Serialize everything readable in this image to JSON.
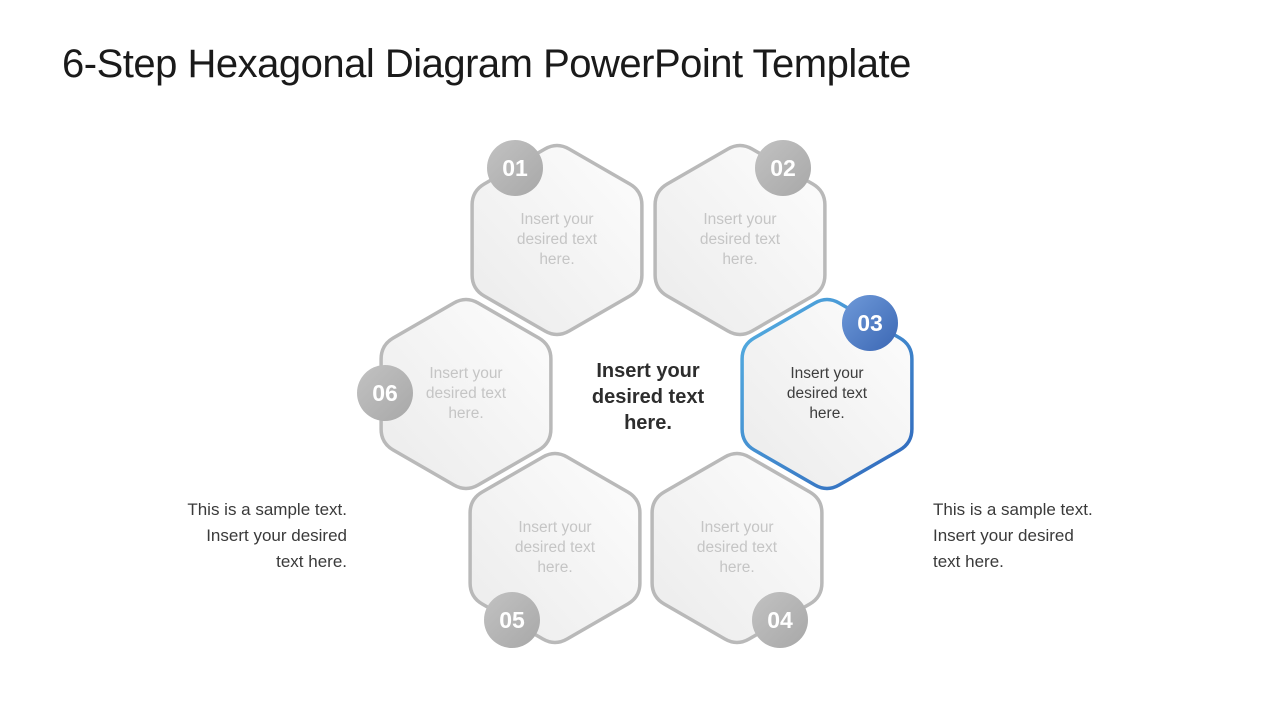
{
  "slide": {
    "title": "6-Step Hexagonal Diagram PowerPoint Template",
    "center_text": "Insert your\ndesired text\nhere.",
    "left_note": "This is a sample text.\nInsert your desired\ntext here.",
    "right_note": "This is a sample text.\nInsert your desired\ntext here.",
    "steps": [
      {
        "number": "01",
        "text": "Insert your\ndesired text\nhere.",
        "state": "inactive"
      },
      {
        "number": "02",
        "text": "Insert your\ndesired text\nhere.",
        "state": "inactive"
      },
      {
        "number": "03",
        "text": "Insert your\ndesired text\nhere.",
        "state": "active"
      },
      {
        "number": "04",
        "text": "Insert your\ndesired text\nhere.",
        "state": "inactive"
      },
      {
        "number": "05",
        "text": "Insert your\ndesired text\nhere.",
        "state": "inactive"
      },
      {
        "number": "06",
        "text": "Insert your\ndesired text\nhere.",
        "state": "inactive"
      }
    ],
    "colors": {
      "title_text": "#1a1a1a",
      "note_text": "#3a3a3a",
      "center_text": "#2d2d2d",
      "hex_border_gray": "#b9b9b9",
      "hex_fill_light": "#fdfdfd",
      "hex_fill_dark": "#ebebeb",
      "hex_text_gray": "#c5c5c5",
      "active_text": "#3d3d3d",
      "badge_gray_light": "#c2c2c2",
      "badge_gray_dark": "#a8a8a8",
      "badge_blue_light": "#6f9ad9",
      "badge_blue_dark": "#3b67b4",
      "accent_blue_light": "#55b0e2",
      "accent_blue_dark": "#2f66bb",
      "badge_number_text": "#ffffff",
      "background": "#ffffff"
    }
  }
}
